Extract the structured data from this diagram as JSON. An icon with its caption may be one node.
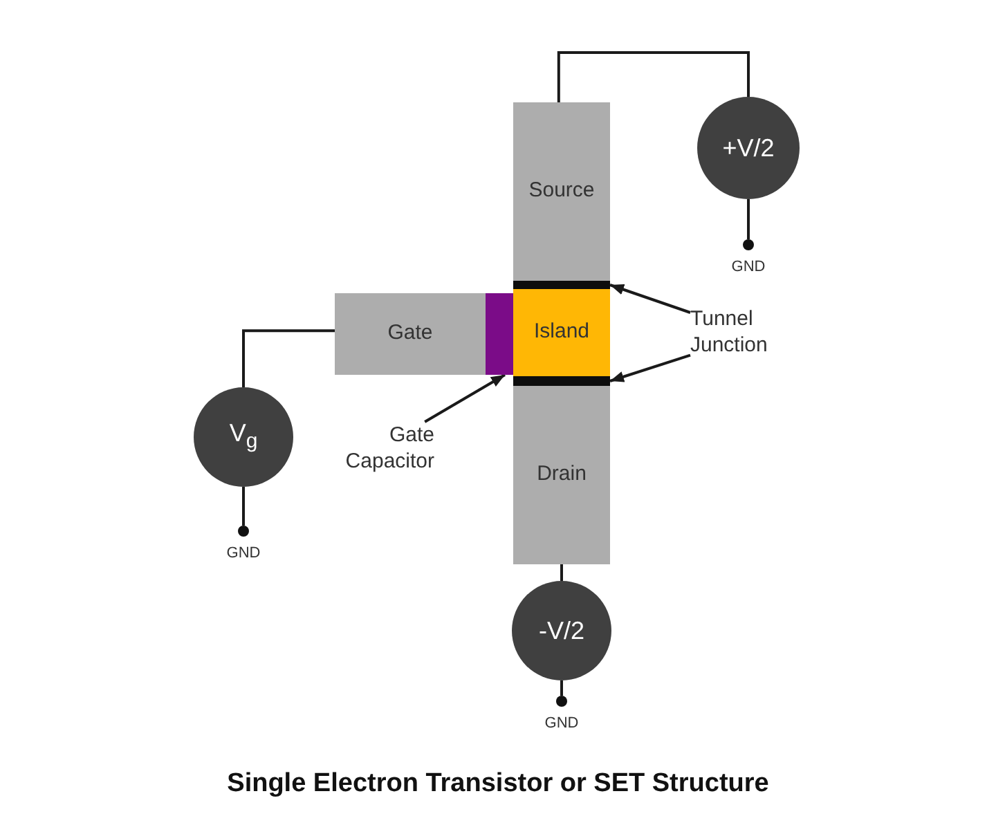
{
  "diagram": {
    "caption": "Single Electron Transistor or SET Structure",
    "nodes": [
      {
        "text": [
          "Source"
        ]
      },
      {
        "text": [
          "+V/2"
        ]
      },
      {
        "text": [],
        "shape": "circle",
        "beside": [
          "GND"
        ]
      },
      {
        "text": [],
        "shape": "bar"
      },
      {
        "text": [
          "Gate"
        ]
      },
      {
        "text": [],
        "shape": "bar"
      },
      {
        "text": [
          "Island"
        ]
      },
      {
        "text": [
          "Tunnel Junction"
        ]
      },
      {
        "text": [],
        "shape": "bar"
      },
      {
        "text": [
          "V$_{g}$"
        ]
      },
      {
        "text": [
          "Gate Capacitor"
        ]
      },
      {
        "text": [
          "Drain"
        ]
      },
      {
        "text": [],
        "shape": "circle",
        "beside": [
          "GND"
        ]
      },
      {
        "text": [
          "-V/2"
        ]
      },
      {
        "text": [],
        "shape": "circle",
        "beside": [
          "GND"
        ]
      }
    ],
    "edges": [
      {
        "from": 0,
        "to": 1,
        "arrow": "none"
      },
      {
        "from": 1,
        "to": 2,
        "arrow": "none"
      },
      {
        "from": 4,
        "to": 9,
        "arrow": "none"
      },
      {
        "from": 9,
        "to": 12,
        "arrow": "none"
      },
      {
        "from": 11,
        "to": 13,
        "arrow": "none"
      },
      {
        "from": 13,
        "to": 14,
        "arrow": "none"
      },
      {
        "from": 7,
        "to": 3,
        "arrow": "to"
      },
      {
        "from": 7,
        "to": 8,
        "arrow": "to"
      },
      {
        "from": 10,
        "to": 5,
        "arrow": "to"
      }
    ]
  }
}
